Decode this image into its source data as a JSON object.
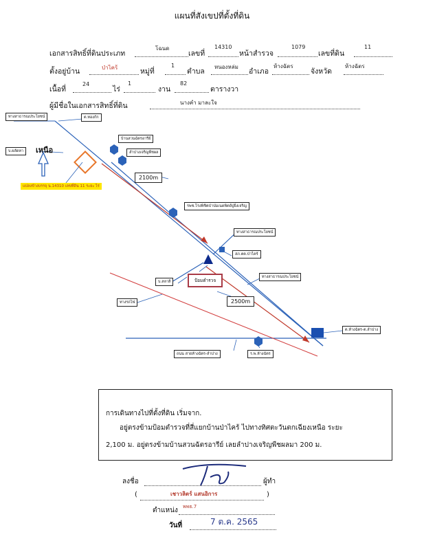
{
  "title": "แผนที่สังเขปที่ตั้งที่ดิน",
  "form": {
    "doc_type_label": "เอกสารสิทธิ์ที่ดินประเภท",
    "doc_type_value": "โฉนด",
    "number_label": "เลขที่",
    "number_value": "14310",
    "survey_page_label": "หน้าสำรวจ",
    "survey_page_value": "1079",
    "land_no_label": "เลขที่ดิน",
    "land_no_value": "11",
    "village_label": "ตั้งอยู่บ้าน",
    "village_value": "ป่าไคร้",
    "moo_label": "หมู่ที่",
    "moo_value": "1",
    "tambon_label": "ตำบล",
    "tambon_value": "หนองหล่ม",
    "amphoe_label": "อำเภอ",
    "amphoe_value": "ห้างฉัตร",
    "province_label": "จังหวัด",
    "province_value": "ห้างฉัตร",
    "area_label": "เนื้อที่",
    "rai_value": "24",
    "rai_label": "ไร่",
    "ngan_value": "1",
    "ngan_label": "งาน",
    "wa_value": "82",
    "wa_label": "ตารางวา",
    "owner_label": "ผู้มีชื่อในเอกสารสิทธิ์ที่ดิน",
    "owner_value": "นางคำ มาละใจ"
  },
  "map": {
    "north_label": "เหนือ",
    "dist1": "2100m",
    "dist2": "2500m",
    "labels": {
      "public_way_1": "ทางสาธารณประโยชน์",
      "ta_tao": "ต.ทองกัก",
      "ban_lao": "บ.ผลัดหา",
      "garden": "บ้านสวนฉัตรอารีย์",
      "lampang_farm": "ลำปางเจริญพืชผล",
      "parcel_note": "แปลงข้างบรรจุ น.14310 เลขที่ดิน 11 ระยะ ไร่",
      "school": "รพช.โรงพิชิตป่าป่มเนดพิตย์ปูยิ่งเจริญ",
      "public_way_2": "ทางสาธารณประโยชน์",
      "police_post": "สภ.ตต.ป่าไคร้",
      "police_box": "ป้อมตำรวจ",
      "ban_sali": "บ.สลาลี",
      "public_way_3": "ทางสาธารณประโยชน์",
      "railway": "ทางรถไฟ",
      "ban_hang_chat": "ต.ห้างฉัตร-ต.ลำปาง",
      "road": "ถนน สายห้างฉัตร-ลำปาง",
      "hospital": "ร.พ.ห้างฉัตร"
    }
  },
  "description": {
    "line1": "การเดินทางไปที่ตั้งที่ดิน เริ่มจาก.",
    "line2": "อยู่ตรงข้ามป้อมตำรวจที่สี่แยกบ้านป่าไคร้ ไปทางทิศตะวันตกเฉียงเหนือ ระยะ",
    "line3": "2,100 ม. อยู่ตรงข้ามบ้านสวนฉัตรอารีย์ เลยลำปางเจริญพืชผลมา 200 ม."
  },
  "signature": {
    "sign_label": "ลงชื่อ",
    "role_label": "ผู้ทำ",
    "name_value": "เชาวลิตร์ แสนอิการ",
    "position_label": "ตำแหน่ง",
    "position_value": "พพธ.7",
    "date_label": "วันที่",
    "date_value": "7 ต.ค. 2565"
  }
}
